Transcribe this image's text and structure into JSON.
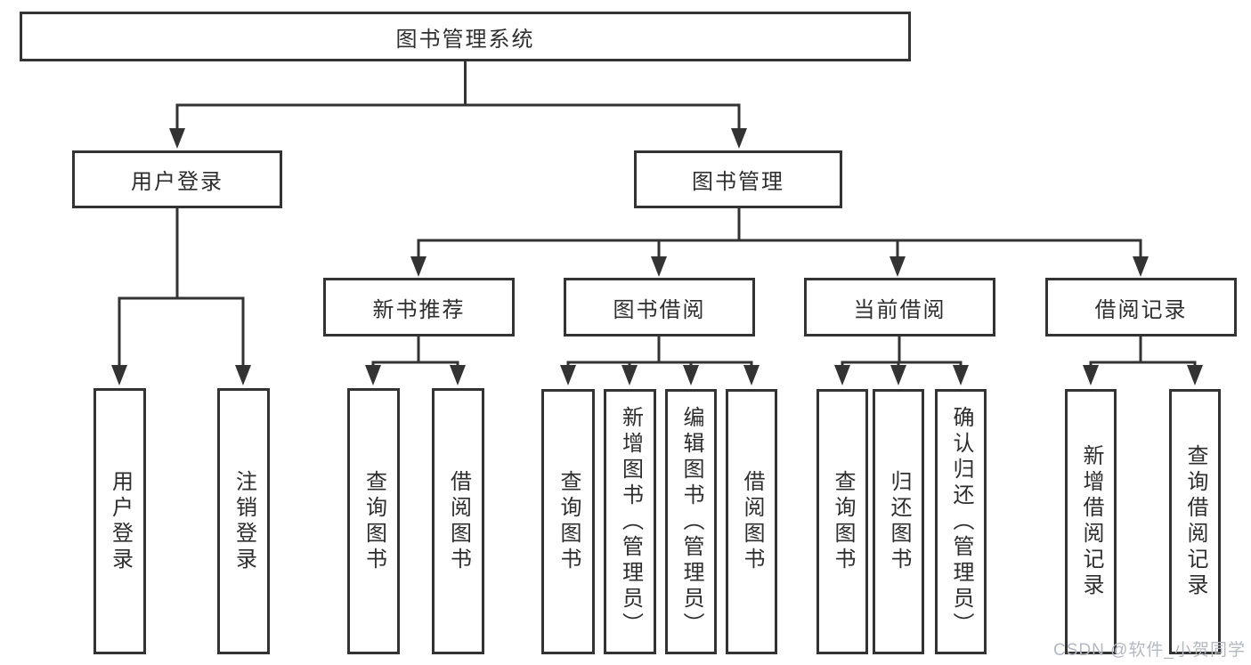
{
  "diagram": {
    "root": {
      "label": "图书管理系统"
    },
    "branches": [
      {
        "label": "用户登录",
        "children": [
          {
            "label": "用户登录"
          },
          {
            "label": "注销登录"
          }
        ]
      },
      {
        "label": "图书管理",
        "children": [
          {
            "label": "新书推荐",
            "children": [
              {
                "label": "查询图书"
              },
              {
                "label": "借阅图书"
              }
            ]
          },
          {
            "label": "图书借阅",
            "children": [
              {
                "label": "查询图书"
              },
              {
                "label": "新增图书（管理员）"
              },
              {
                "label": "编辑图书（管理员）"
              },
              {
                "label": "借阅图书"
              }
            ]
          },
          {
            "label": "当前借阅",
            "children": [
              {
                "label": "查询图书"
              },
              {
                "label": "归还图书"
              },
              {
                "label": "确认归还（管理员）"
              }
            ]
          },
          {
            "label": "借阅记录",
            "children": [
              {
                "label": "新增借阅记录"
              },
              {
                "label": "查询借阅记录"
              }
            ]
          }
        ]
      }
    ]
  },
  "watermark": {
    "text": "CSDN @软件_小贺同学"
  },
  "colors": {
    "line": "#333333",
    "box_border": "#333333",
    "text": "#2e2e2e",
    "background": "#ffffff",
    "watermark": "#b4b8c0"
  }
}
